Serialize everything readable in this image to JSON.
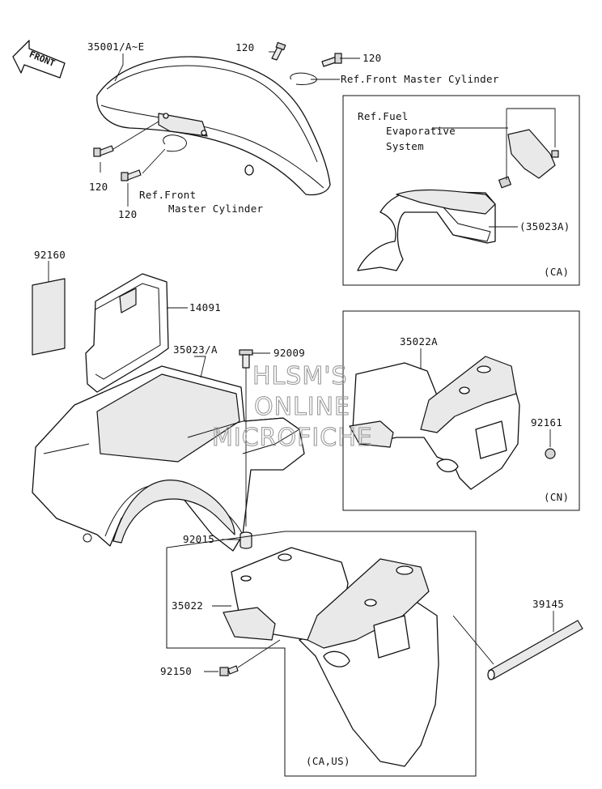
{
  "labels": {
    "p35001": "35001/A~E",
    "p120_a": "120",
    "p120_b": "120",
    "p120_c": "120",
    "p120_d": "120",
    "ref_master_1": "Ref.Front Master Cylinder",
    "ref_master_2_l1": "Ref.Front",
    "ref_master_2_l2": "Master Cylinder",
    "ref_fuel_l1": "Ref.Fuel",
    "ref_fuel_l2": "Evaporative",
    "ref_fuel_l3": "System",
    "p35023A_paren": "(35023A)",
    "ca": "(CA)",
    "p92160": "92160",
    "p14091": "14091",
    "p35023": "35023/A",
    "p92009": "92009",
    "p35022A": "35022A",
    "p92161": "92161",
    "cn": "(CN)",
    "p92015": "92015",
    "p35022": "35022",
    "p39145": "39145",
    "p92150": "92150",
    "ca_us": "(CA,US)"
  },
  "front_arrow": "FRONT",
  "watermark": [
    "HLSM'S",
    "ONLINE",
    "MICROFICHE"
  ]
}
